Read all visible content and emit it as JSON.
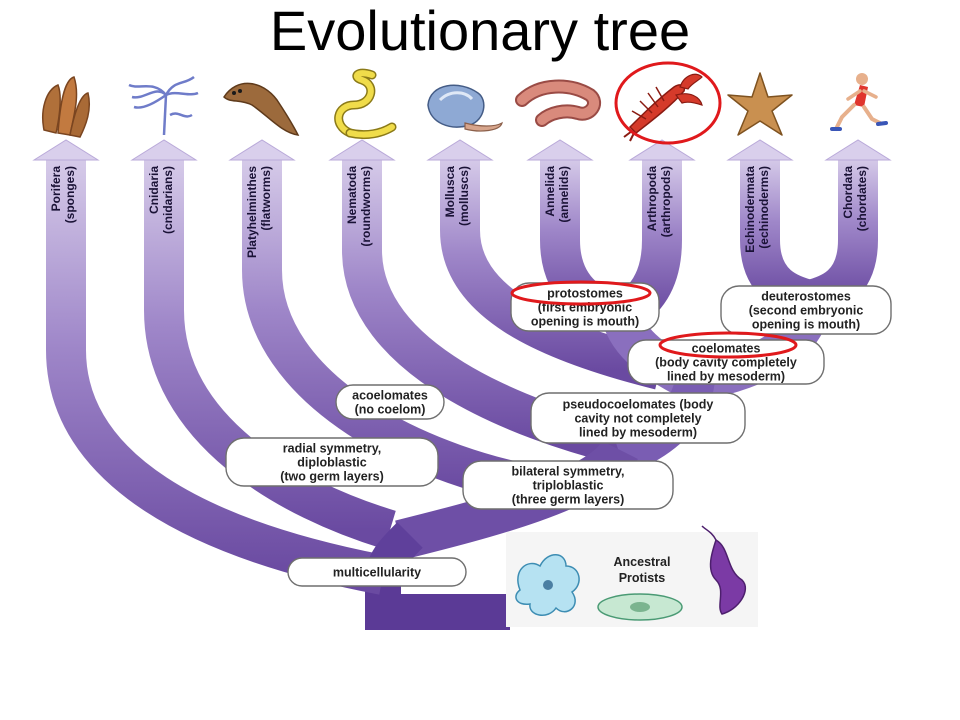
{
  "title": "Evolutionary tree",
  "phyla": [
    {
      "name": "Porifera",
      "common": "(sponges)",
      "icon": "sponge-icon"
    },
    {
      "name": "Cnidaria",
      "common": "(cnidarians)",
      "icon": "jellyfish-icon"
    },
    {
      "name": "Platyhelminthes",
      "common": "(flatworms)",
      "icon": "flatworm-icon"
    },
    {
      "name": "Nematoda",
      "common": "(roundworms)",
      "icon": "roundworm-icon"
    },
    {
      "name": "Mollusca",
      "common": "(molluscs)",
      "icon": "snail-icon"
    },
    {
      "name": "Annelida",
      "common": "(annelids)",
      "icon": "earthworm-icon"
    },
    {
      "name": "Arthropoda",
      "common": "(arthropods)",
      "icon": "crayfish-icon"
    },
    {
      "name": "Echinodermata",
      "common": "(echinoderms)",
      "icon": "starfish-icon"
    },
    {
      "name": "Chordata",
      "common": "(chordates)",
      "icon": "runner-icon"
    }
  ],
  "nodes": {
    "protostomes": [
      "protostomes",
      "(first embryonic",
      "opening is mouth)"
    ],
    "deuterostomes": [
      "deuterostomes",
      "(second embryonic",
      "opening is mouth)"
    ],
    "coelomates": [
      "coelomates",
      "(body cavity completely",
      "lined by mesoderm)"
    ],
    "acoelomates": [
      "acoelomates",
      "(no coelom)"
    ],
    "pseudocoelomates": [
      "pseudocoelomates (body",
      "cavity not completely",
      "lined by mesoderm)"
    ],
    "radial": [
      "radial symmetry,",
      "diploblastic",
      "(two germ layers)"
    ],
    "bilateral": [
      "bilateral symmetry,",
      "triploblastic",
      "(three germ layers)"
    ],
    "multicellularity": [
      "multicellularity"
    ]
  },
  "ancestral": [
    "Ancestral",
    "Protists"
  ],
  "colors": {
    "branch": "#7452a6",
    "branch_light": "#c9b9e2",
    "highlight": "#e0191c"
  }
}
